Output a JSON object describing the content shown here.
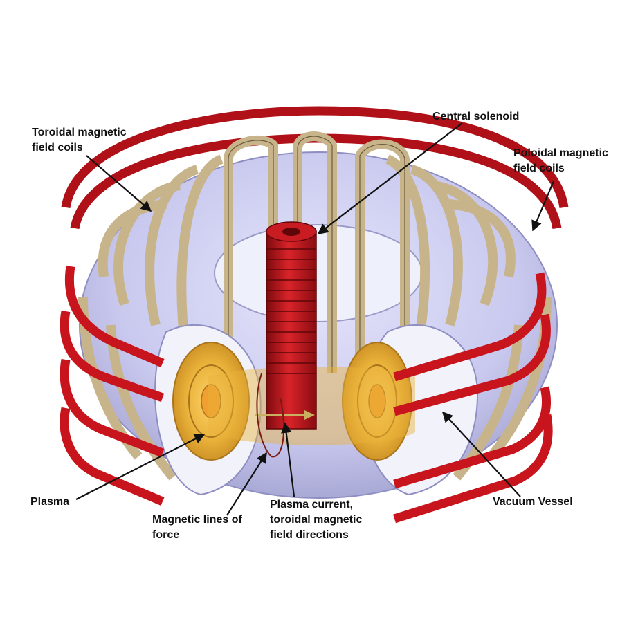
{
  "labels": {
    "toroidal_coils": [
      "Toroidal magnetic",
      "field coils"
    ],
    "central_solenoid": "Central solenoid",
    "poloidal_coils": [
      "Poloidal magnetic",
      "field coils"
    ],
    "plasma": "Plasma",
    "magnetic_lines": [
      "Magnetic lines of",
      "force"
    ],
    "plasma_current": [
      "Plasma current,",
      "toroidal magnetic",
      "field directions"
    ],
    "vacuum_vessel": "Vacuum Vessel"
  },
  "colors": {
    "poloidal_coil": "#c8141c",
    "toroidal_coil": "#c8b48a",
    "vessel": "#c9c9ef",
    "solenoid": "#a81016",
    "plasma": "#e9b23a",
    "arrow": "#111111"
  }
}
